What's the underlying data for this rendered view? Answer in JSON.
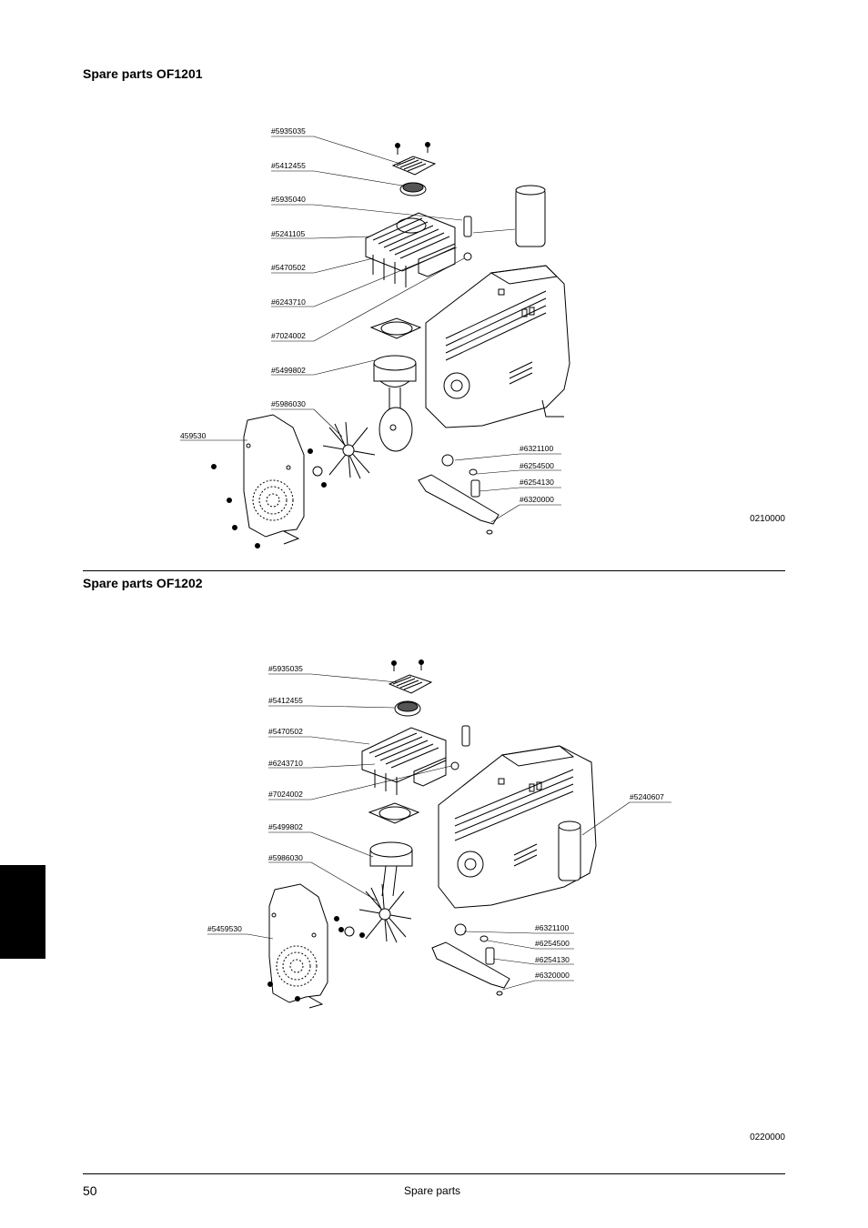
{
  "section1": {
    "title": "Spare parts OF1201",
    "labels": [
      "#5935035",
      "#5412455",
      "#5935040",
      "#5241105",
      "#5470502",
      "#6243710",
      "#7024002",
      "#5499802",
      "#5986030",
      "459530",
      "#6321100",
      "#6254500",
      "#6254130",
      "#6320000"
    ],
    "figure_code": "0210000"
  },
  "section2": {
    "title": "Spare parts OF1202",
    "labels": [
      "#5935035",
      "#5412455",
      "#5470502",
      "#6243710",
      "#7024002",
      "#5499802",
      "#5986030",
      "#5459530",
      "#5240607",
      "#6321100",
      "#6254500",
      "#6254130",
      "#6320000"
    ],
    "figure_code": "0220000"
  },
  "footer": {
    "page_number": "50",
    "section_name": "Spare parts"
  }
}
